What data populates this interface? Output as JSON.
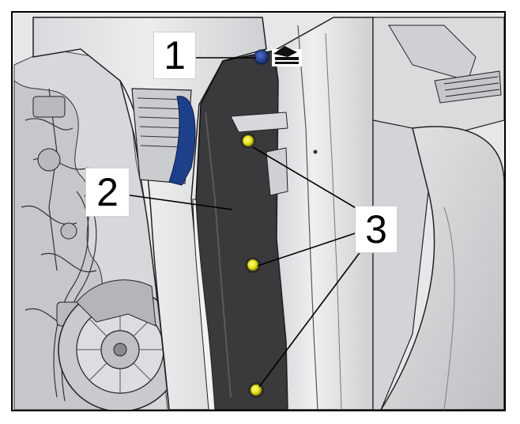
{
  "figure": {
    "callouts": [
      {
        "label": "1",
        "part": "plug"
      },
      {
        "label": "2",
        "part": "panel-seal"
      },
      {
        "label": "3",
        "part": "bolts"
      }
    ],
    "icon": "clip-release-icon",
    "colors": {
      "frame": "#000000",
      "fastener": "#e6e31c",
      "plug": "#1b3b8c",
      "panel": "#3a3a3c",
      "metal": "#c9cacd"
    }
  }
}
